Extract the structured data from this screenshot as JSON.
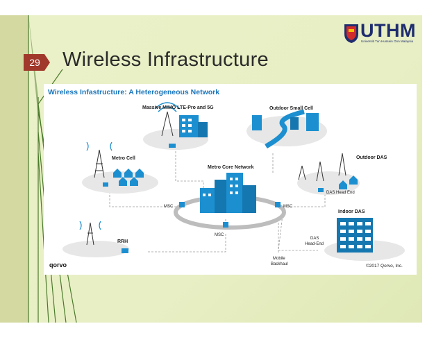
{
  "slide": {
    "number": "29",
    "title": "Wireless Infrastructure"
  },
  "logo": {
    "name": "UTHM",
    "subtitle": "Universiti Tun Hussein Onn Malaysia"
  },
  "diagram": {
    "title": "Wireless Infastructure: A Heterogeneous Network",
    "labels": {
      "massive_mimo": "Massive MIMO LTE-Pro and 5G",
      "outdoor_small_cell": "Outdoor Small Cell",
      "metro_cell": "Metro Cell",
      "metro_core": "Metro Core Network",
      "outdoor_das": "Outdoor DAS",
      "das_head_end": "DAS Head End",
      "msc_left": "MSC",
      "msc_right": "MSC",
      "msc_bottom": "MSC",
      "indoor_das": "Indoor DAS",
      "rrh": "RRH",
      "das_head_end_indoor_1": "DAS",
      "das_head_end_indoor_2": "Head-End",
      "mobile_backhaul_1": "Mobile",
      "mobile_backhaul_2": "Backhaul",
      "brand": "qorvo",
      "copyright": "©2017 Qorvo, Inc."
    }
  },
  "colors": {
    "accent_blue": "#1c8fd0",
    "title_blue": "#1b76bc",
    "panel_green": "#e8efc4",
    "badge_red": "#a0382b"
  }
}
